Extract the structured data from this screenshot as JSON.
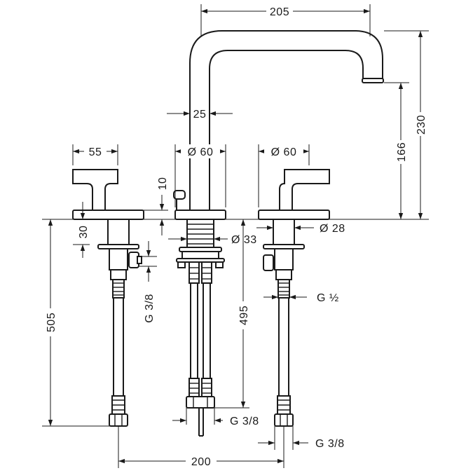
{
  "dimensions": {
    "spout_reach": "205",
    "spout_height_total": "230",
    "spout_outlet_height": "166",
    "spout_diameter": "25",
    "handle_width": "55",
    "body_diameter_center": "Ø 60",
    "body_diameter_right": "Ø 60",
    "base_thickness": "10",
    "shank_length": "30",
    "shank_diameter_center": "Ø 33",
    "shank_diameter_right": "Ø 28",
    "hose_thread_left": "G 3/8",
    "hose_thread_center": "G 3/8",
    "hose_thread_right": "G 3/8",
    "connection_right": "G ½",
    "hose_length_left": "505",
    "hose_length_center": "495",
    "valve_spacing": "200"
  }
}
